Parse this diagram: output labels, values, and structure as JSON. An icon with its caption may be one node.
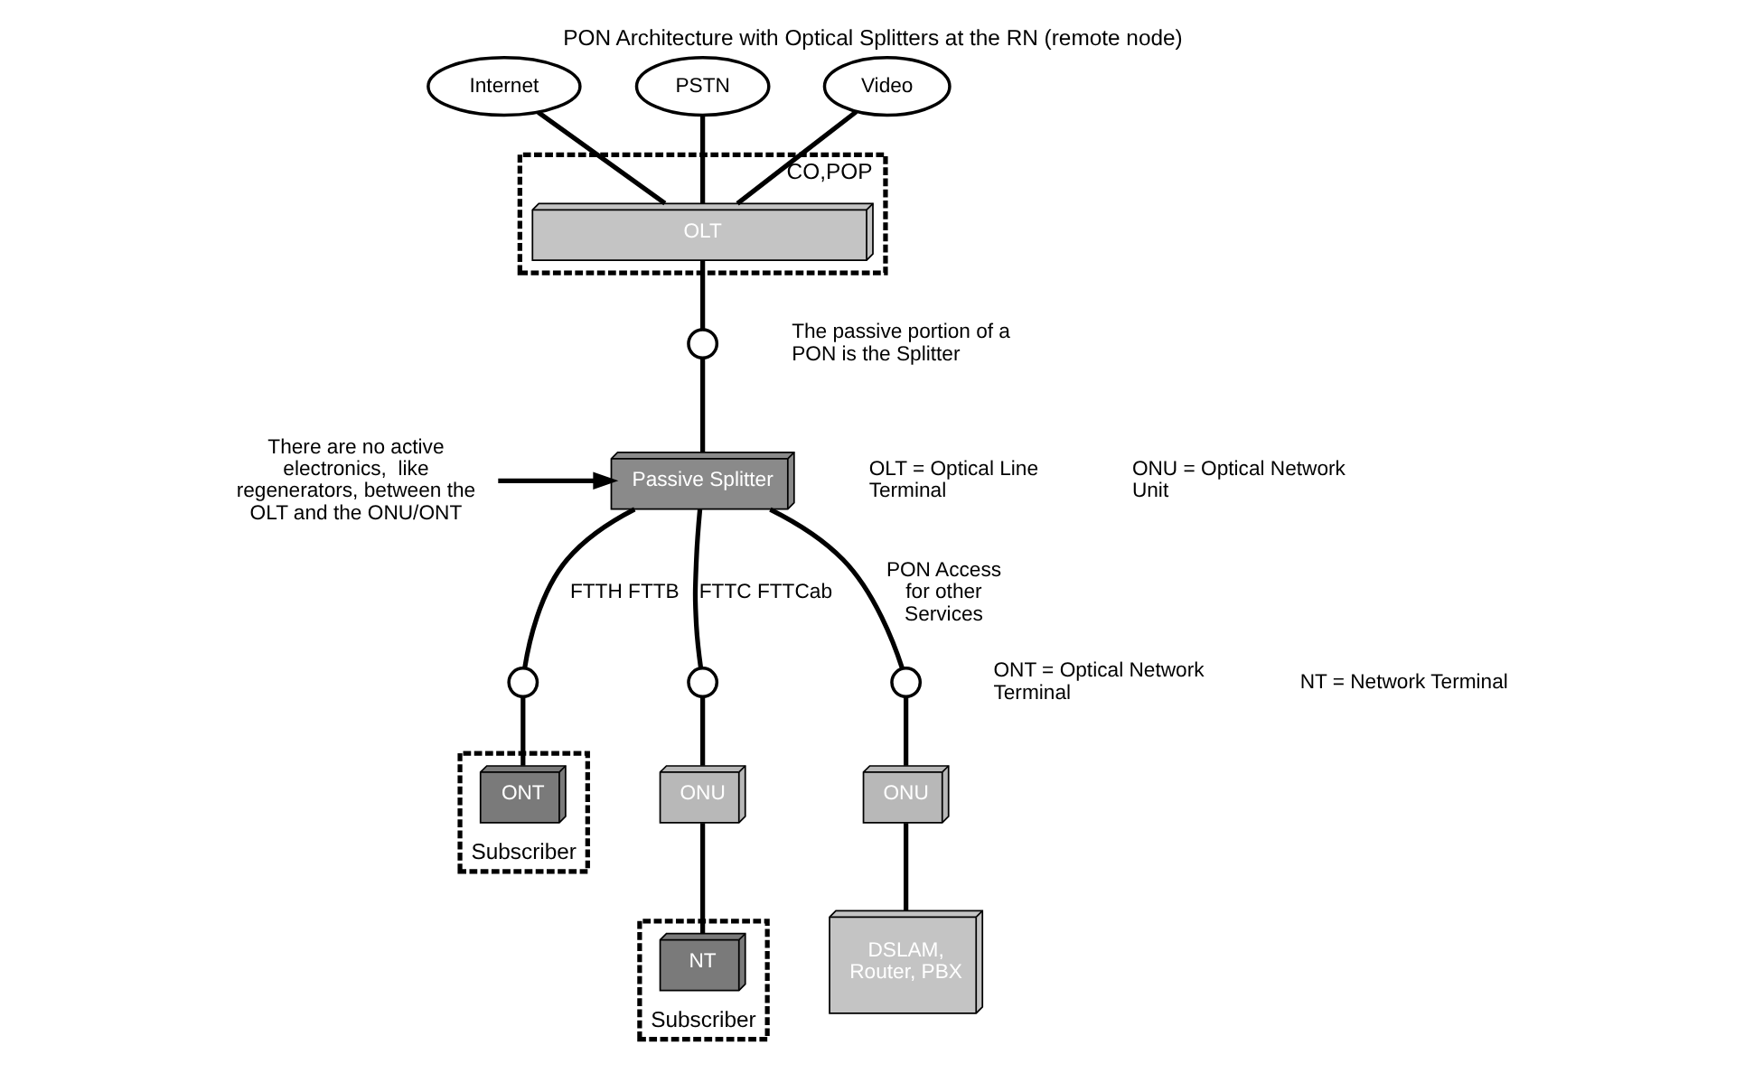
{
  "diagram": {
    "title": "PON Architecture with Optical Splitters at the RN (remote node)",
    "nodes": [
      {
        "text": [
          "Internet"
        ]
      },
      {
        "text": [
          "PSTN"
        ]
      },
      {
        "text": [
          "Video"
        ]
      },
      {
        "text": [
          "CO,POP"
        ]
      },
      {
        "text": [
          "OLT"
        ],
        "in": 3
      },
      {
        "text": [],
        "shape": "circle"
      },
      {
        "text": [
          "There are no active electronics,  like regenerators, between the OLT and the ONU/ONT"
        ]
      },
      {
        "text": [
          "Passive Splitter"
        ]
      },
      {
        "text": [],
        "shape": "circle"
      },
      {
        "text": [],
        "shape": "circle"
      },
      {
        "text": [],
        "shape": "circle"
      },
      {
        "text": [
          "ONU"
        ]
      },
      {
        "text": [
          "ONU"
        ]
      },
      {
        "text": [
          "DSLAM, Router, PBX"
        ]
      },
      {
        "text": [
          "Subscriber"
        ]
      },
      {
        "text": [
          "ONT"
        ],
        "in": 14
      },
      {
        "text": [
          "Subscriber"
        ]
      },
      {
        "text": [
          "NT"
        ],
        "in": 16
      }
    ],
    "edges": [
      {
        "from": 0,
        "to": 4,
        "arrow": "none"
      },
      {
        "from": 1,
        "to": 4,
        "arrow": "none"
      },
      {
        "from": 2,
        "to": 4,
        "arrow": "none"
      },
      {
        "from": 4,
        "to": 5,
        "arrow": "none"
      },
      {
        "from": 5,
        "to": 7,
        "arrow": "none"
      },
      {
        "from": 6,
        "to": 7,
        "arrow": "to"
      },
      {
        "from": 7,
        "to": 8,
        "arrow": "none",
        "label": "FTTH FTTB"
      },
      {
        "from": 8,
        "to": 15,
        "arrow": "none"
      },
      {
        "from": 7,
        "to": 9,
        "arrow": "none",
        "label": "FTTC FTTCab"
      },
      {
        "from": 9,
        "to": 11,
        "arrow": "none"
      },
      {
        "from": 7,
        "to": 10,
        "arrow": "none",
        "label": "PON Access for other Services"
      },
      {
        "from": 10,
        "to": 12,
        "arrow": "none"
      },
      {
        "from": 11,
        "to": 17,
        "arrow": "none"
      },
      {
        "from": 12,
        "to": 13,
        "arrow": "none"
      }
    ],
    "labels": [
      "The passive portion of a PON is the Splitter",
      "OLT = Optical Line Terminal",
      "ONU = Optical Network Unit",
      "ONT = Optical Network Terminal",
      "NT = Network Terminal"
    ]
  }
}
